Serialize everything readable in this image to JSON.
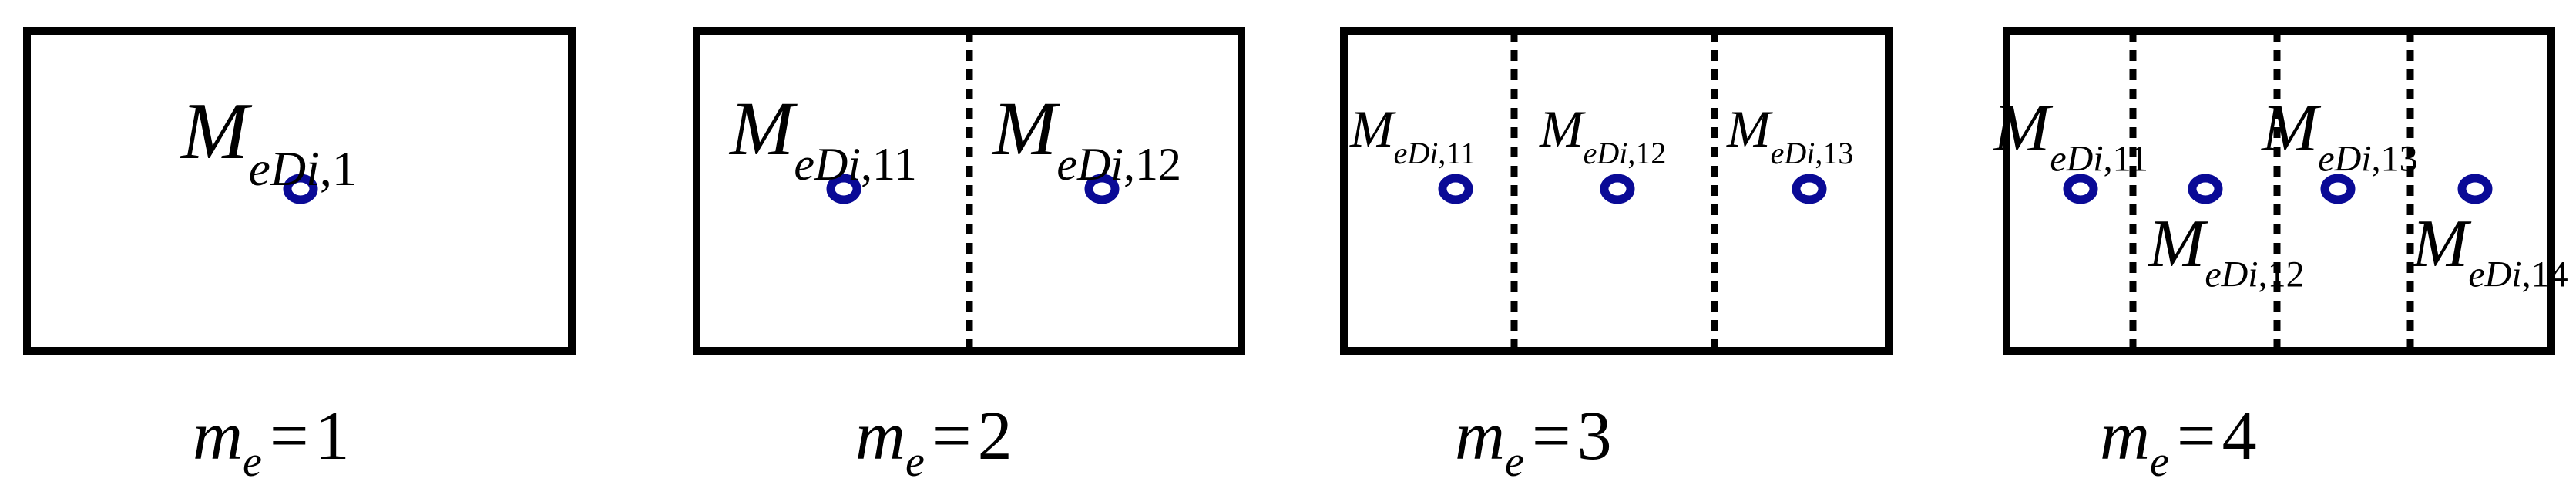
{
  "colors": {
    "stroke": "#000000",
    "node": "#0a0a96",
    "background": "#ffffff"
  },
  "symbol": {
    "main": "M",
    "sub_italic": "eDi"
  },
  "caption_symbol": {
    "main": "m",
    "sub": "e",
    "equals": "="
  },
  "panels": [
    {
      "caption_value": "1",
      "cells": [
        {
          "index": ",1"
        }
      ]
    },
    {
      "caption_value": "2",
      "cells": [
        {
          "index": ",11"
        },
        {
          "index": ",12"
        }
      ]
    },
    {
      "caption_value": "3",
      "cells": [
        {
          "index": ",11"
        },
        {
          "index": ",12"
        },
        {
          "index": ",13"
        }
      ]
    },
    {
      "caption_value": "4",
      "cells": [
        {
          "index": ",11"
        },
        {
          "index": ",12"
        },
        {
          "index": ",13"
        },
        {
          "index": ",14"
        }
      ]
    }
  ]
}
